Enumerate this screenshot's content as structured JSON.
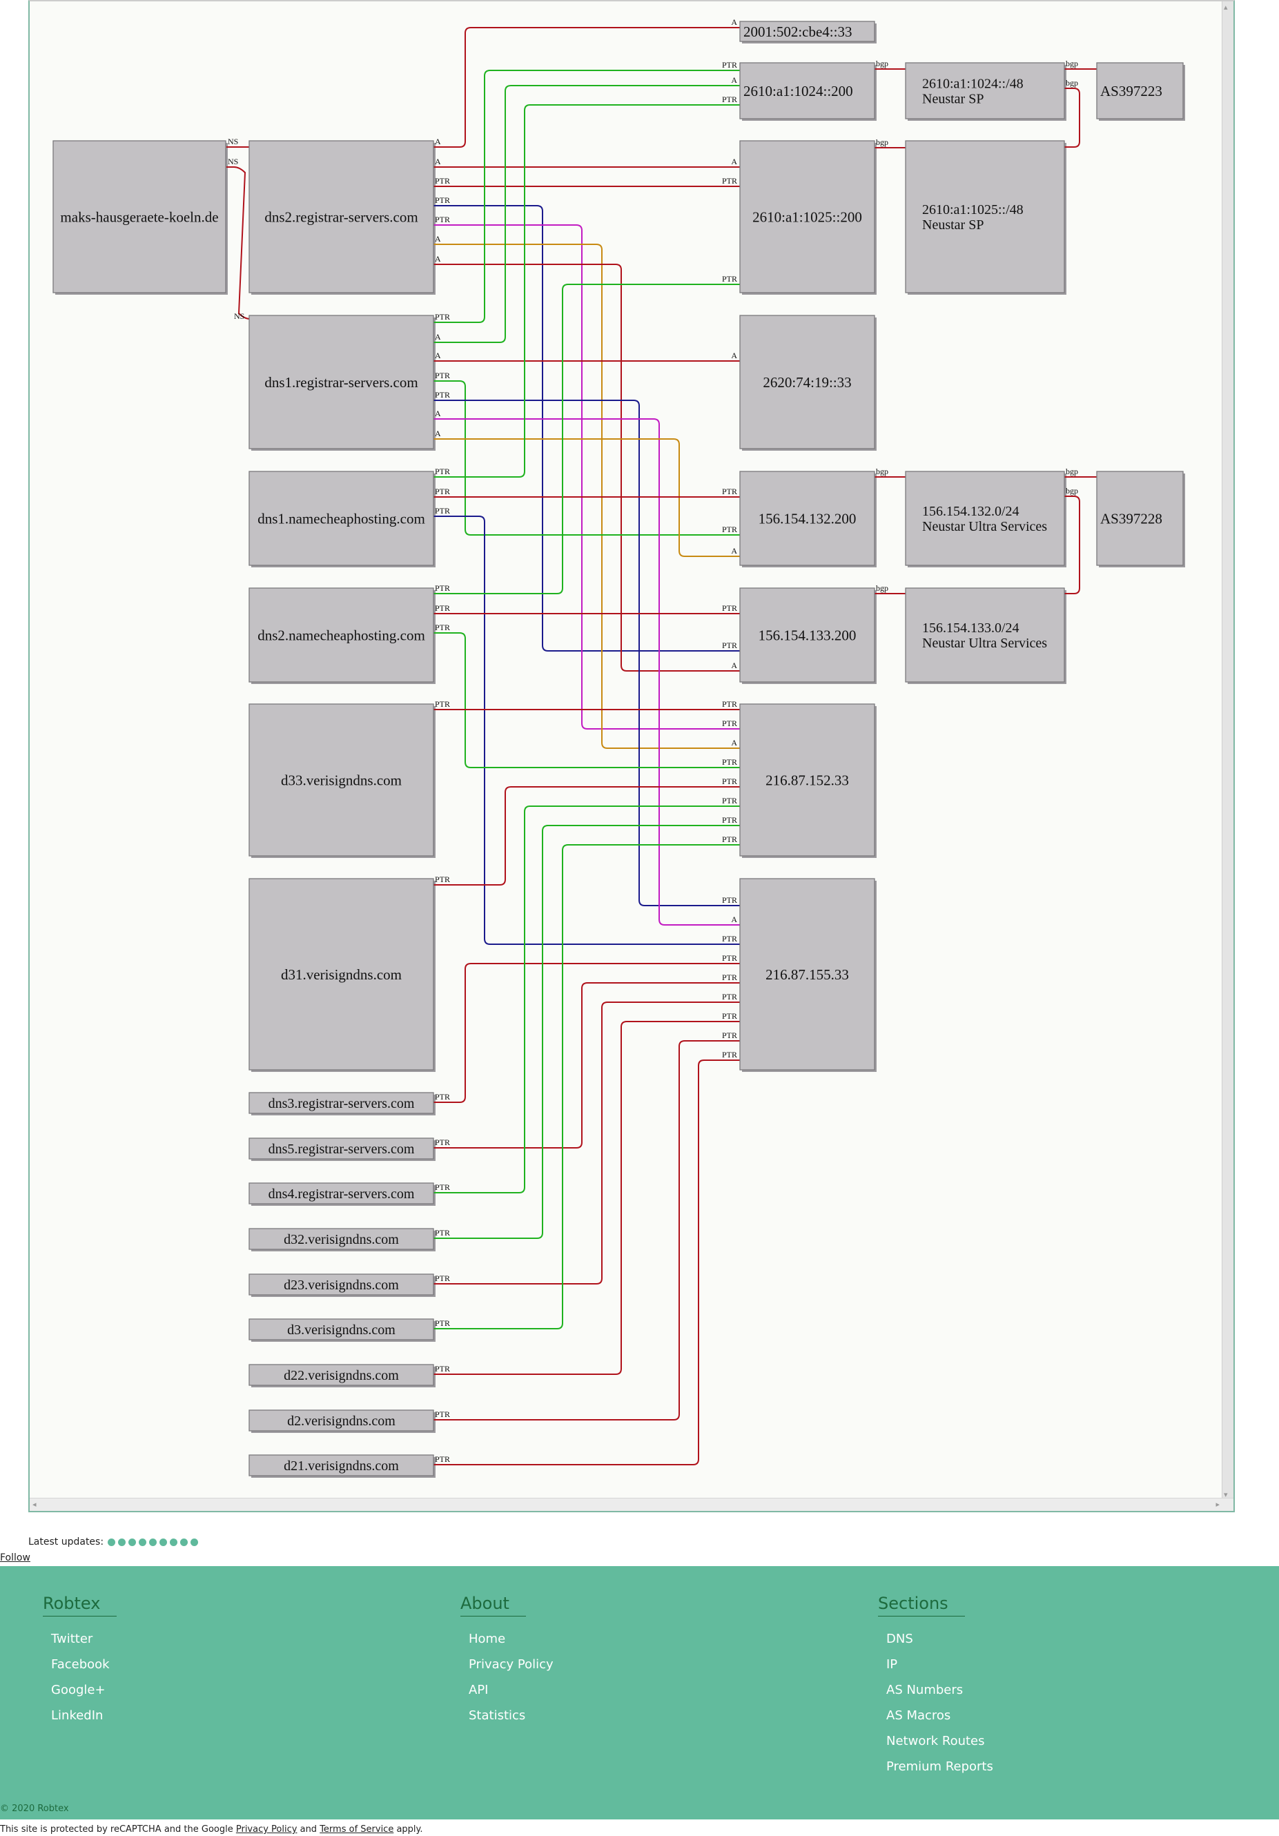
{
  "diagram": {
    "nodes": {
      "domain": "maks-hausgeraete-koeln.de",
      "dns2rs": "dns2.registrar-servers.com",
      "dns1rs": "dns1.registrar-servers.com",
      "dns1nc": "dns1.namecheaphosting.com",
      "dns2nc": "dns2.namecheaphosting.com",
      "d33": "d33.verisigndns.com",
      "d31": "d31.verisigndns.com",
      "dns3rs": "dns3.registrar-servers.com",
      "dns5rs": "dns5.registrar-servers.com",
      "dns4rs": "dns4.registrar-servers.com",
      "d32": "d32.verisigndns.com",
      "d23": "d23.verisigndns.com",
      "d3": "d3.verisigndns.com",
      "d22": "d22.verisigndns.com",
      "d2": "d2.verisigndns.com",
      "d21": "d21.verisigndns.com",
      "ip6a": "2001:502:cbe4::33",
      "ip6b": "2610:a1:1024::200",
      "ip6c": "2610:a1:1025::200",
      "ip6d": "2620:74:19::33",
      "ip4a": "156.154.132.200",
      "ip4b": "156.154.133.200",
      "ip4c": "216.87.152.33",
      "ip4d": "216.87.155.33",
      "net1": [
        "2610:a1:1024::/48",
        "Neustar SP"
      ],
      "net2": [
        "2610:a1:1025::/48",
        "Neustar SP"
      ],
      "net3": [
        "156.154.132.0/24",
        "Neustar Ultra Services"
      ],
      "net4": [
        "156.154.133.0/24",
        "Neustar Ultra Services"
      ],
      "as1": "AS397223",
      "as2": "AS397228"
    },
    "edge_types": {
      "ns": "NS",
      "a": "A",
      "ptr": "PTR",
      "bgp": "bgp"
    },
    "colors": {
      "red": "#b0121b",
      "green": "#1fb21f",
      "blue": "#1a1a8c",
      "magenta": "#c21bc2",
      "orange": "#c88a12"
    }
  },
  "updates": {
    "label": "Latest updates:",
    "dot_count": 9
  },
  "follow": "Follow",
  "footer": {
    "columns": [
      {
        "title": "Robtex",
        "items": [
          "Twitter",
          "Facebook",
          "Google+",
          "LinkedIn"
        ]
      },
      {
        "title": "About",
        "items": [
          "Home",
          "Privacy Policy",
          "API",
          "Statistics"
        ]
      },
      {
        "title": "Sections",
        "items": [
          "DNS",
          "IP",
          "AS Numbers",
          "AS Macros",
          "Network Routes",
          "Premium Reports"
        ]
      }
    ],
    "copyright": "© 2020 Robtex",
    "recaptcha": {
      "prefix": "This site is protected by reCAPTCHA and the Google ",
      "privacy": "Privacy Policy",
      "and": " and ",
      "terms": "Terms of Service",
      "suffix": " apply."
    }
  }
}
